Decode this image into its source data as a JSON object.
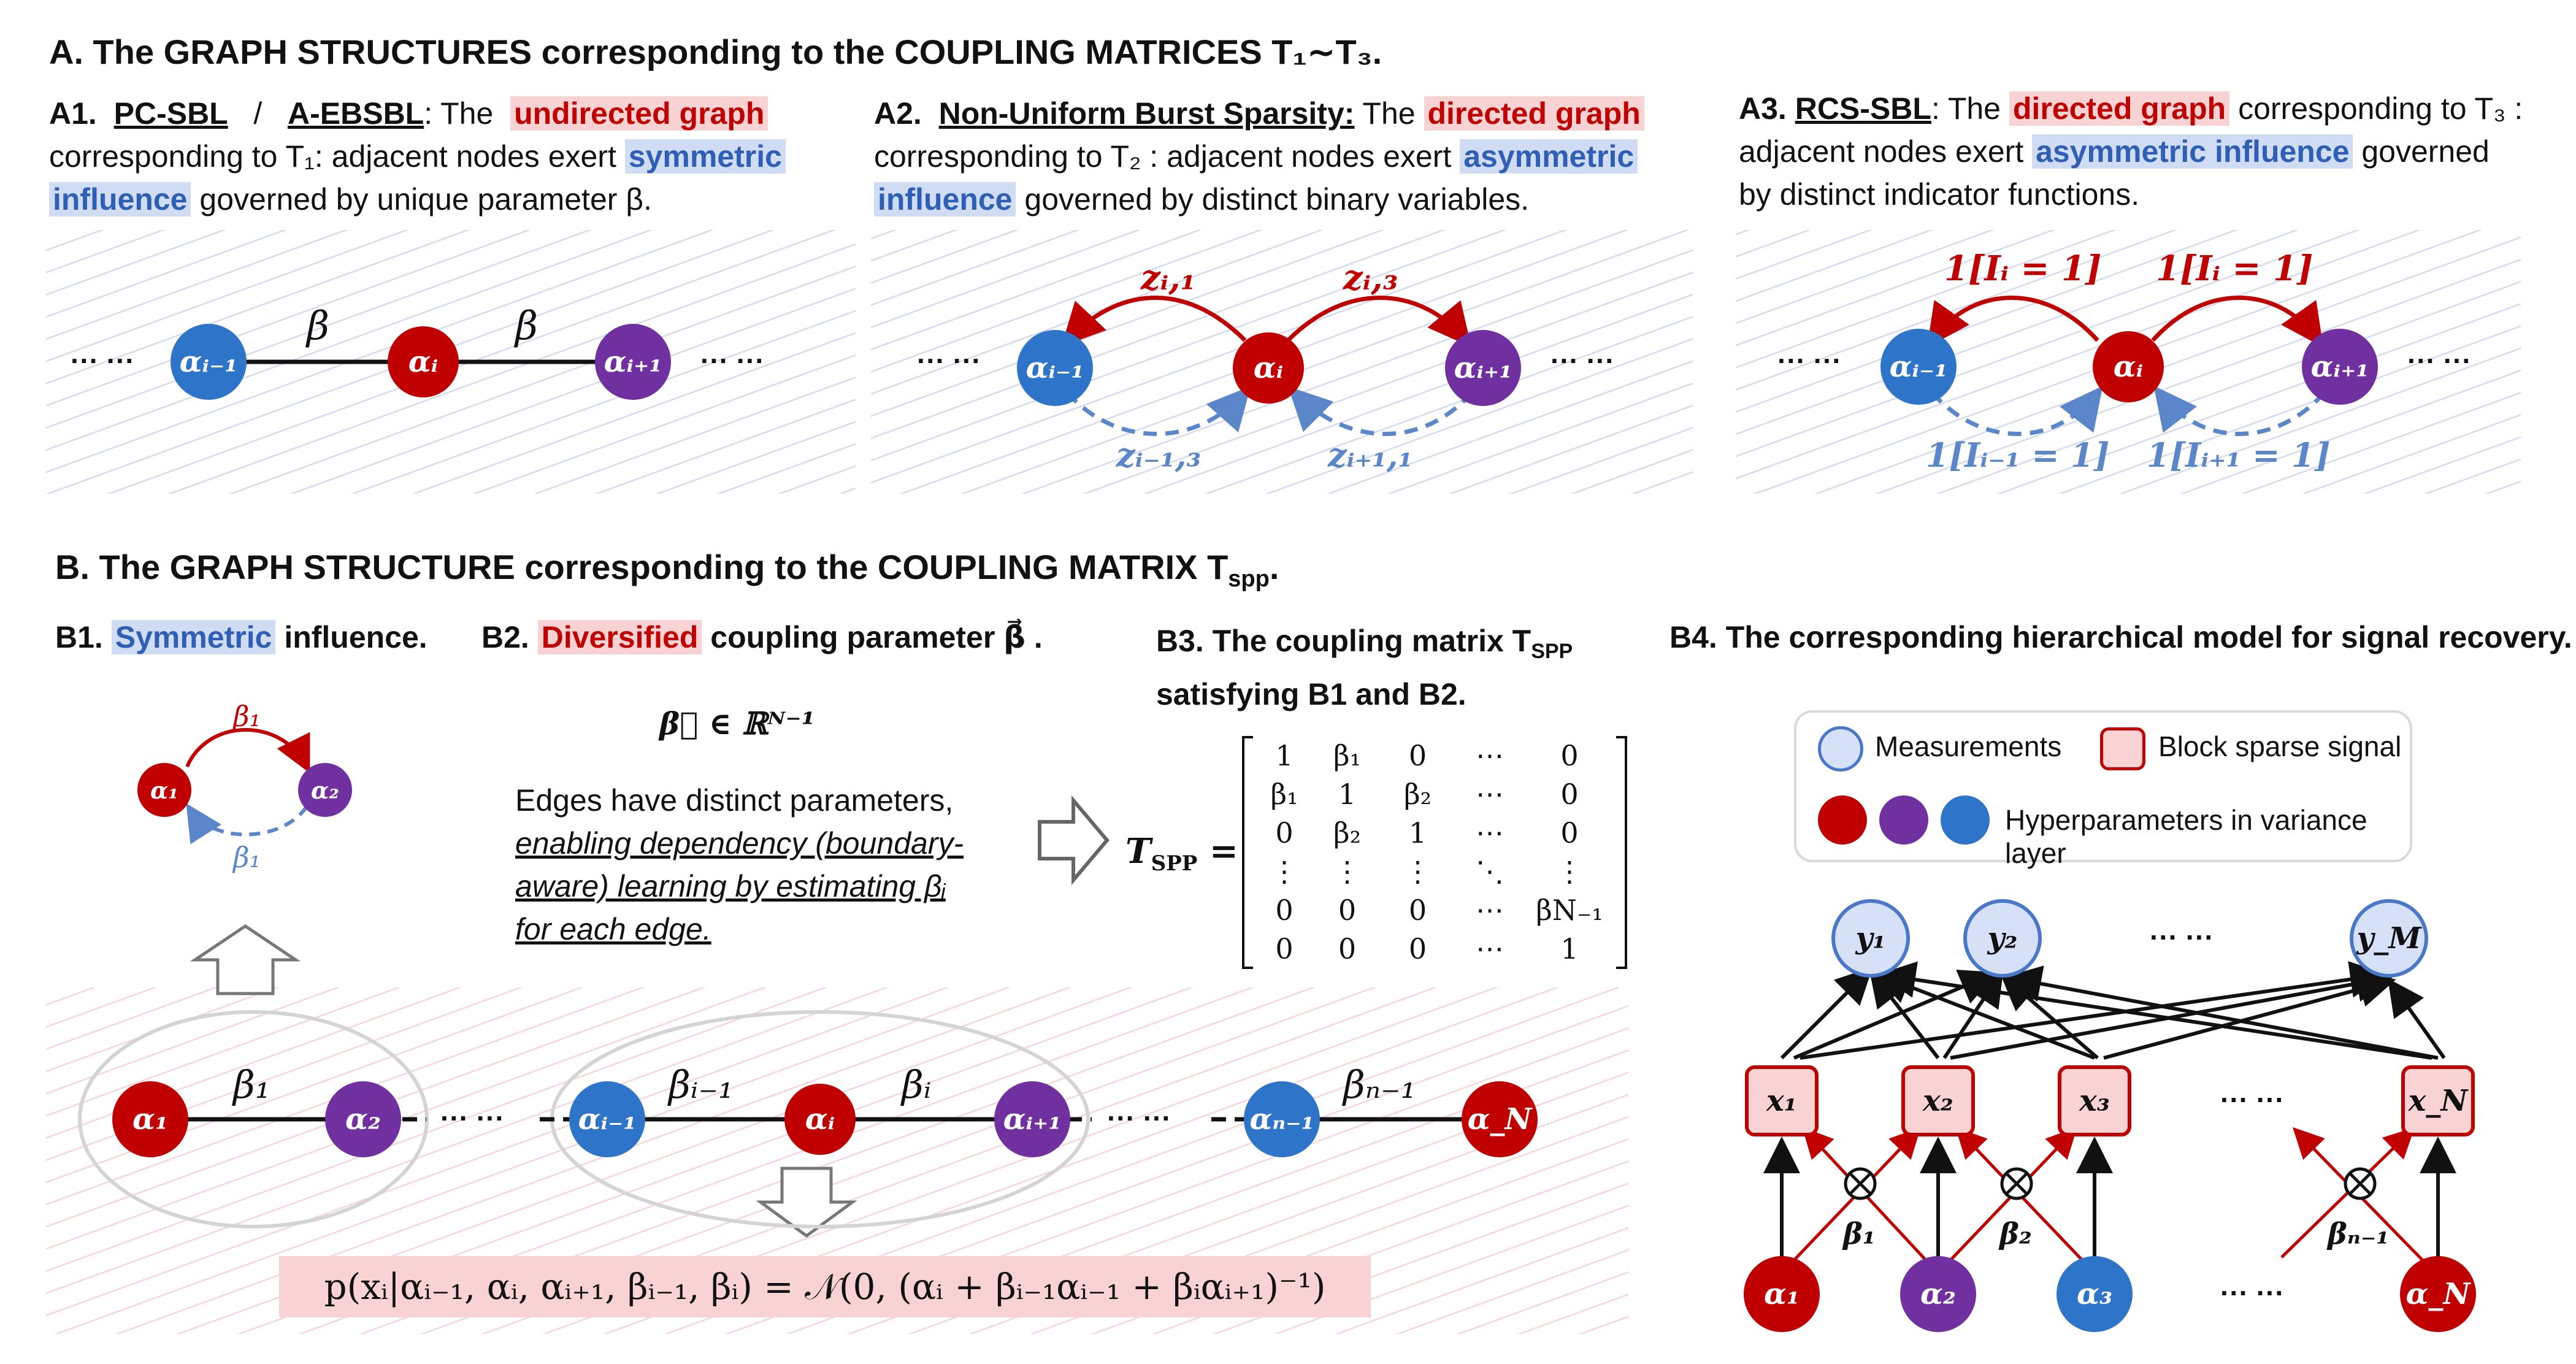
{
  "sectionA": {
    "title": "A. The GRAPH STRUCTURES corresponding to the COUPLING MATRICES T₁∼T₃.",
    "a1": {
      "label": "A1.",
      "method1": "PC-SBL",
      "slash": "/",
      "method2": "A-EBSBL",
      "t1": ": The",
      "h1": "undirected graph",
      "t2": "corresponding to T₁: adjacent nodes exert",
      "h2": "symmetric",
      "h3": "influence",
      "t3": "governed by unique parameter β.",
      "edge_left": "β",
      "edge_right": "β",
      "node_left": "αᵢ₋₁",
      "node_mid": "αᵢ",
      "node_right": "αᵢ₊₁",
      "dots": "··· ···"
    },
    "a2": {
      "label": "A2.",
      "method": "Non-Uniform Burst Sparsity:",
      "t1": "The",
      "h1": "directed graph",
      "t2": "corresponding to T₂ : adjacent nodes exert",
      "h2": "asymmetric",
      "h3": "influence",
      "t3": "governed by distinct binary variables.",
      "top_left": "zᵢ,₁",
      "top_right": "zᵢ,₃",
      "bottom_left": "zᵢ₋₁,₃",
      "bottom_right": "zᵢ₊₁,₁",
      "node_left": "αᵢ₋₁",
      "node_mid": "αᵢ",
      "node_right": "αᵢ₊₁",
      "dots": "··· ···"
    },
    "a3": {
      "label": "A3.",
      "method": "RCS-SBL",
      "t1": ": The",
      "h1": "directed graph",
      "t2": "corresponding to T₃ :",
      "t3": "adjacent nodes exert",
      "h2": "asymmetric influence",
      "t4": "governed",
      "t5": "by distinct indicator functions.",
      "top_left": "1[Iᵢ = 1]",
      "top_right": "1[Iᵢ = 1]",
      "bottom_left": "1[Iᵢ₋₁ = 1]",
      "bottom_right": "1[Iᵢ₊₁ = 1]",
      "node_left": "αᵢ₋₁",
      "node_mid": "αᵢ",
      "node_right": "αᵢ₊₁",
      "dots": "··· ···"
    }
  },
  "sectionB": {
    "title": "B. The GRAPH STRUCTURE corresponding to the COUPLING MATRIX T",
    "title_sub": "spp",
    "title_end": ".",
    "b1": {
      "label": "B1.",
      "h1": "Symmetric",
      "t1": "influence.",
      "edge_top": "β₁",
      "edge_bottom": "β₁",
      "node1": "α₁",
      "node2": "α₂"
    },
    "b2": {
      "label": "B2.",
      "h1": "Diversified",
      "t1": "coupling parameter β⃗ .",
      "set": "β⃗ ∈ ℝᴺ⁻¹",
      "p1": "Edges have distinct parameters,",
      "p2": "enabling dependency (boundary-",
      "p3": "aware) learning by estimating  βᵢ",
      "p4": "for each edge."
    },
    "b3": {
      "label": "B3.",
      "line1": "The coupling matrix T",
      "line1_sub": "SPP",
      "line2": "satisfying B1 and B2.",
      "lhs": "T",
      "lhs_sub": "SPP",
      "eq": "=",
      "matrix": [
        [
          "1",
          "β₁",
          "0",
          "⋯",
          "0"
        ],
        [
          "β₁",
          "1",
          "β₂",
          "⋯",
          "0"
        ],
        [
          "0",
          "β₂",
          "1",
          "⋯",
          "0"
        ],
        [
          "⋮",
          "⋮",
          "⋮",
          "⋱",
          "⋮"
        ],
        [
          "0",
          "0",
          "0",
          "⋯",
          "βN₋₁"
        ],
        [
          "0",
          "0",
          "0",
          "⋯",
          "1"
        ]
      ]
    },
    "b4": {
      "label": "B4.",
      "title": "The corresponding hierarchical model for signal recovery.",
      "legend_meas": "Measurements",
      "legend_block": "Block sparse signal",
      "legend_hyper": "Hyperparameters in variance layer",
      "y_nodes": [
        "y₁",
        "y₂",
        "y_M"
      ],
      "x_nodes": [
        "x₁",
        "x₂",
        "x₃",
        "x_N"
      ],
      "a_nodes": [
        "α₁",
        "α₂",
        "α₃",
        "α_N"
      ],
      "betas": [
        "β₁",
        "β₂",
        "βₙ₋₁"
      ],
      "dots": "··· ···"
    },
    "chain": {
      "nodes": [
        "α₁",
        "α₂",
        "αᵢ₋₁",
        "αᵢ",
        "αᵢ₊₁",
        "αₙ₋₁",
        "α_N"
      ],
      "edges": [
        "β₁",
        "βᵢ₋₁",
        "βᵢ",
        "βₙ₋₁"
      ],
      "dots": "··· ···"
    },
    "formula": "p(xᵢ|αᵢ₋₁, αᵢ, αᵢ₊₁, βᵢ₋₁, βᵢ) = 𝒩(0, (αᵢ + βᵢ₋₁αᵢ₋₁ + βᵢαᵢ₊₁)⁻¹)"
  },
  "colors": {
    "red": "#c00000",
    "purple": "#7030a0",
    "blue": "#2e75c9",
    "dashed_blue": "#5b86c9",
    "pink_bg": "#f9d3d3",
    "blue_bg": "#cfdcf3",
    "light_node": "#d6e0f7"
  }
}
